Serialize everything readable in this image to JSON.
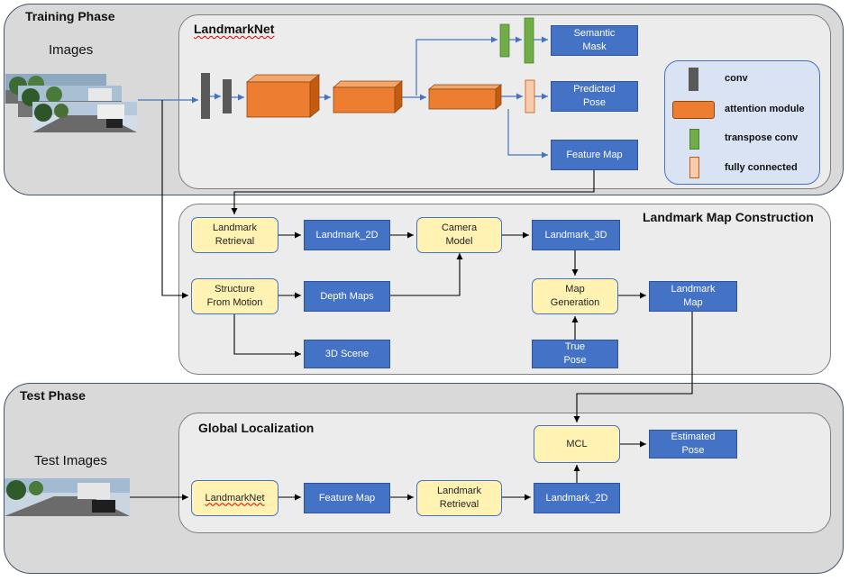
{
  "training": {
    "title": "Training Phase",
    "images_label": "Images",
    "landmarknet": {
      "title": "LandmarkNet",
      "outputs": {
        "semantic_mask": "Semantic\nMask",
        "predicted_pose": "Predicted\nPose",
        "feature_map": "Feature Map"
      },
      "legend": {
        "conv": "conv",
        "attention": "attention module",
        "transpose": "transpose conv",
        "fc": "fully connected"
      },
      "colors": {
        "conv": "#595959",
        "attention": "#ed7d31",
        "transpose": "#70ad47",
        "fc": "#f8cbad"
      }
    },
    "construction": {
      "title": "Landmark Map Construction",
      "landmark_retrieval": "Landmark\nRetrieval",
      "landmark_2d": "Landmark_2D",
      "camera_model": "Camera\nModel",
      "landmark_3d": "Landmark_3D",
      "sfm": "Structure\nFrom Motion",
      "depth_maps": "Depth Maps",
      "map_generation": "Map\nGeneration",
      "landmark_map": "Landmark\nMap",
      "scene_3d": "3D Scene",
      "true_pose": "True\nPose"
    }
  },
  "test": {
    "title": "Test Phase",
    "images_label": "Test Images",
    "global": {
      "title": "Global Localization",
      "landmarknet": "LandmarkNet",
      "feature_map": "Feature Map",
      "landmark_retrieval": "Landmark\nRetrieval",
      "landmark_2d": "Landmark_2D",
      "mcl": "MCL",
      "estimated_pose": "Estimated\nPose"
    }
  }
}
